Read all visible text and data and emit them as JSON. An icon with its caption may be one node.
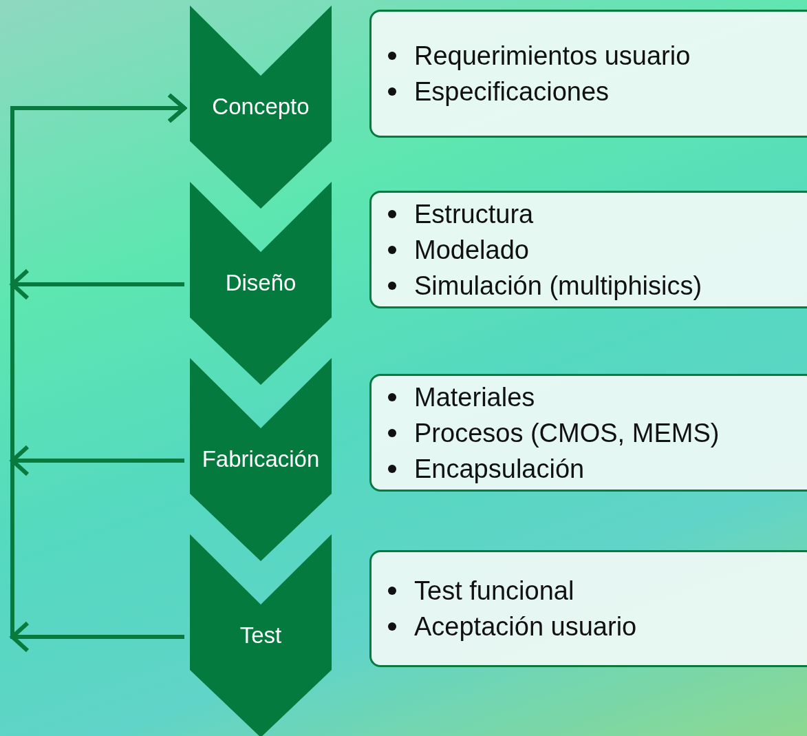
{
  "diagram": {
    "nodes": [
      {
        "text": [
          "Concepto"
        ]
      },
      {
        "text": [
          "Requerimientos usuario",
          "Especificaciones"
        ]
      },
      {
        "text": [
          "Diseño"
        ]
      },
      {
        "text": [
          "Estructura",
          "Modelado",
          "Simulación (multiphisics)"
        ]
      },
      {
        "text": [
          "Fabricación"
        ]
      },
      {
        "text": [
          "Materiales",
          "Procesos (CMOS, MEMS)",
          "Encapsulación"
        ]
      },
      {
        "text": [
          "Test"
        ]
      },
      {
        "text": [
          "Test funcional",
          "Aceptación usuario"
        ]
      }
    ],
    "edges": [
      {
        "from": 2,
        "to": 0,
        "arrow": "to"
      },
      {
        "from": 4,
        "to": 0,
        "arrow": "to"
      },
      {
        "from": 6,
        "to": 0,
        "arrow": "to"
      }
    ]
  }
}
